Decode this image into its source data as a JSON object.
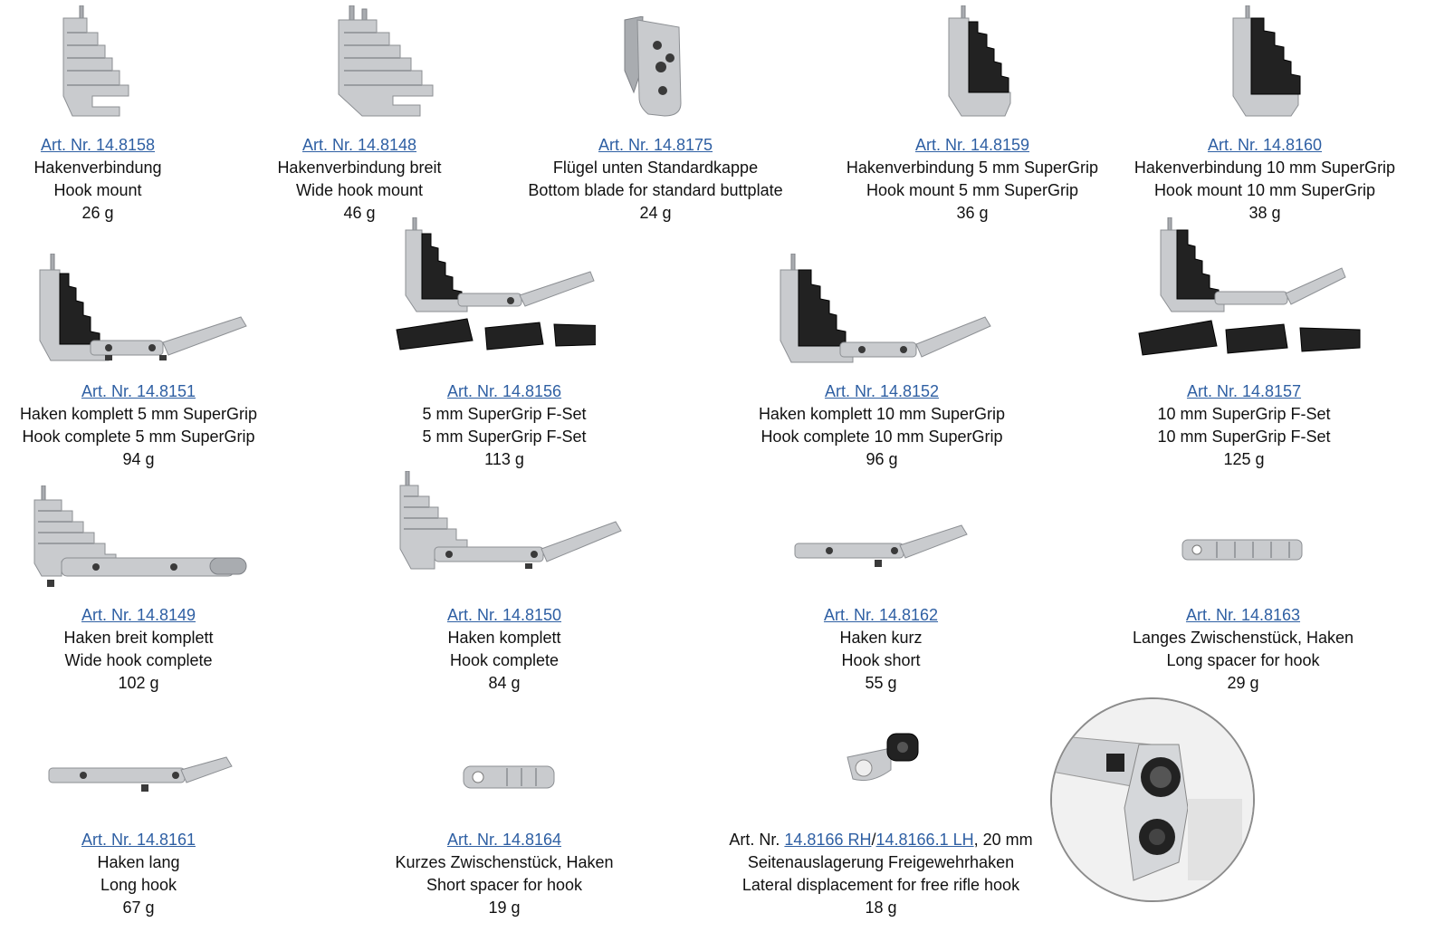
{
  "items": [
    {
      "art": "Art. Nr. 14.8158",
      "de": "Hakenverbindung",
      "en": "Hook mount",
      "weight": "26 g",
      "icon": "hook-mount-icon"
    },
    {
      "art": "Art. Nr. 14.8148",
      "de": "Hakenverbindung breit",
      "en": "Wide hook mount",
      "weight": "46 g",
      "icon": "wide-hook-mount-icon"
    },
    {
      "art": "Art. Nr. 14.8175",
      "de": "Flügel unten Standardkappe",
      "en": "Bottom blade for standard buttplate",
      "weight": "24 g",
      "icon": "bottom-blade-icon"
    },
    {
      "art": "Art. Nr. 14.8159",
      "de": "Hakenverbindung 5 mm SuperGrip",
      "en": "Hook mount 5 mm SuperGrip",
      "weight": "36 g",
      "icon": "hook-mount-supergrip-icon"
    },
    {
      "art": "Art. Nr. 14.8160",
      "de": "Hakenverbindung 10 mm SuperGrip",
      "en": "Hook mount 10 mm SuperGrip",
      "weight": "38 g",
      "icon": "hook-mount-supergrip-10-icon"
    },
    {
      "art": "Art. Nr. 14.8151",
      "de": "Haken komplett 5 mm SuperGrip",
      "en": "Hook complete 5 mm SuperGrip",
      "weight": "94 g",
      "icon": "hook-complete-supergrip-icon"
    },
    {
      "art": "Art. Nr. 14.8156",
      "de": "5 mm SuperGrip F-Set",
      "en": "5 mm SuperGrip F-Set",
      "weight": "113 g",
      "icon": "supergrip-set-icon"
    },
    {
      "art": "Art. Nr. 14.8152",
      "de": "Haken komplett 10 mm SuperGrip",
      "en": "Hook complete 10 mm SuperGrip",
      "weight": "96 g",
      "icon": "hook-complete-supergrip-10-icon"
    },
    {
      "art": "Art. Nr. 14.8157",
      "de": "10 mm SuperGrip F-Set",
      "en": "10 mm SuperGrip F-Set",
      "weight": "125 g",
      "icon": "supergrip-set-10-icon"
    },
    {
      "art": "Art. Nr. 14.8149",
      "de": "Haken breit komplett",
      "en": "Wide hook complete",
      "weight": "102 g",
      "icon": "wide-hook-complete-icon"
    },
    {
      "art": "Art. Nr. 14.8150",
      "de": "Haken komplett",
      "en": "Hook complete",
      "weight": "84 g",
      "icon": "hook-complete-icon"
    },
    {
      "art": "Art. Nr. 14.8162",
      "de": "Haken kurz",
      "en": "Hook short",
      "weight": "55 g",
      "icon": "hook-short-icon"
    },
    {
      "art": "Art. Nr. 14.8163",
      "de": "Langes Zwischenstück, Haken",
      "en": "Long spacer for hook",
      "weight": "29 g",
      "icon": "long-spacer-icon"
    },
    {
      "art": "Art. Nr. 14.8161",
      "de": "Haken lang",
      "en": "Long hook",
      "weight": "67 g",
      "icon": "long-hook-icon"
    },
    {
      "art": "Art. Nr. 14.8164",
      "de": "Kurzes Zwischenstück, Haken",
      "en": "Short spacer for hook",
      "weight": "19 g",
      "icon": "short-spacer-icon"
    }
  ],
  "lateral": {
    "prefix": "Art. Nr. ",
    "link_rh": "14.8166 RH",
    "sep": "/",
    "link_lh": "14.8166.1 LH",
    "suffix": ", 20 mm",
    "de": "Seitenauslagerung Freigewehrhaken",
    "en": "Lateral displacement for free rifle hook",
    "weight": "18 g",
    "icon": "lateral-displacement-icon"
  }
}
